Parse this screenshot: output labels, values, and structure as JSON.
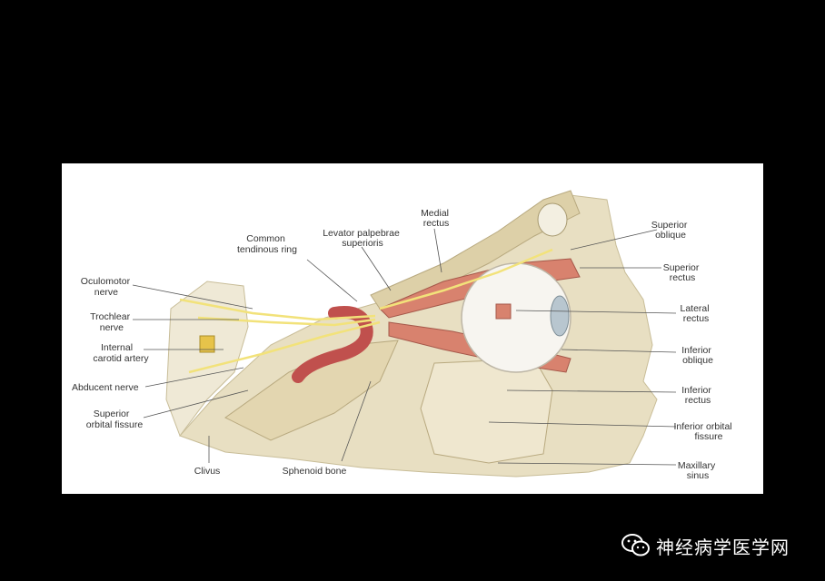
{
  "labels": {
    "oculomotor": [
      "Oculomotor",
      "nerve"
    ],
    "trochlear": [
      "Trochlear",
      "nerve"
    ],
    "internal_carotid": [
      "Internal",
      "carotid artery"
    ],
    "abducent": [
      "Abducent nerve"
    ],
    "superior_orbital_fissure": [
      "Superior",
      "orbital fissure"
    ],
    "clivus": [
      "Clivus"
    ],
    "common_tendinous_ring": [
      "Common",
      "tendinous ring"
    ],
    "levator": [
      "Levator palpebrae",
      "superioris"
    ],
    "medial_rectus": [
      "Medial",
      "rectus"
    ],
    "sphenoid_bone": [
      "Sphenoid bone"
    ],
    "superior_oblique": [
      "Superior",
      "oblique"
    ],
    "superior_rectus": [
      "Superior",
      "rectus"
    ],
    "lateral_rectus": [
      "Lateral",
      "rectus"
    ],
    "inferior_oblique": [
      "Inferior",
      "oblique"
    ],
    "inferior_rectus": [
      "Inferior",
      "rectus"
    ],
    "inferior_orbital_fissure": [
      "Inferior orbital",
      "fissure"
    ],
    "maxillary_sinus": [
      "Maxillary",
      "sinus"
    ]
  },
  "watermark": {
    "text": "神经病学医学网",
    "icon": "wechat-icon"
  },
  "colors": {
    "bone": "#e8dfc2",
    "muscle": "#d8826e",
    "nerve": "#f2e27a",
    "artery": "#c0504d"
  }
}
